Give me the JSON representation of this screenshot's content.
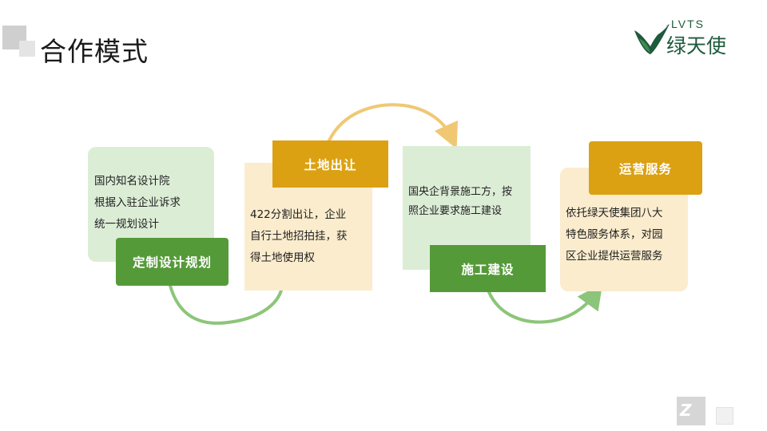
{
  "header": {
    "title": "合作模式"
  },
  "logo": {
    "en": "LVTS",
    "cn": "绿天使",
    "icon": "leaf-v-logo-icon",
    "color": "#1e5a3c"
  },
  "steps": [
    {
      "label": "定制设计规划",
      "lines": [
        "国内知名设计院",
        "根据入驻企业诉求",
        "统一规划设计"
      ],
      "label_color": "#559a39",
      "card_color": "#dcedd6"
    },
    {
      "label": "土地出让",
      "lines": [
        "422分割出让，企业",
        "自行土地招拍挂，获",
        "得土地使用权"
      ],
      "label_color": "#dba112",
      "card_color": "#fbeccd"
    },
    {
      "label": "施工建设",
      "lines": [
        "国央企背景施工方，按",
        "照企业要求施工建设"
      ],
      "label_color": "#559a39",
      "card_color": "#dcedd6"
    },
    {
      "label": "运营服务",
      "lines": [
        "依托绿天使集团八大",
        "特色服务体系，对园",
        "区企业提供运营服务"
      ],
      "label_color": "#dba112",
      "card_color": "#fbeccd"
    }
  ],
  "connectors": [
    {
      "from": "定制设计规划",
      "to": "土地出让",
      "color": "#8cc57a",
      "shape": "arc-down"
    },
    {
      "from": "土地出让",
      "to": "施工建设",
      "color": "#f0c874",
      "shape": "arc-up-arrow"
    },
    {
      "from": "施工建设",
      "to": "运营服务",
      "color": "#8cc57a",
      "shape": "arc-down-arrow"
    }
  ],
  "watermark": {
    "glyph": "Z"
  }
}
